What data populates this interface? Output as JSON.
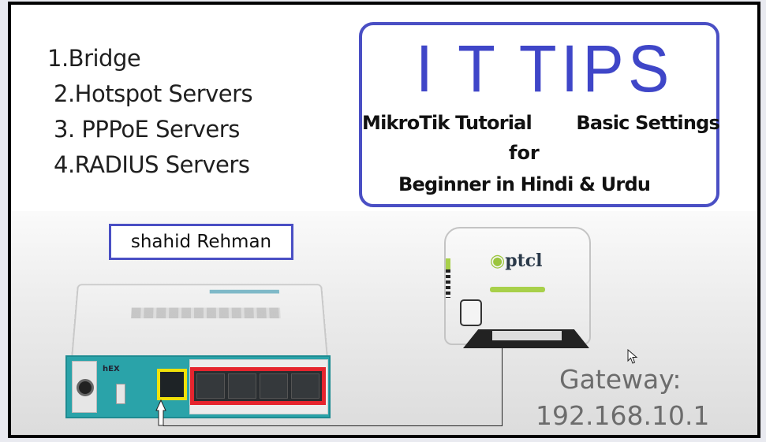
{
  "topics": [
    {
      "label": "1.Bridge"
    },
    {
      "label": "2.Hotspot Servers"
    },
    {
      "label": "3. PPPoE Servers"
    },
    {
      "label": "4.RADIUS Servers"
    }
  ],
  "title_card": {
    "brand": "I T TIPS",
    "subtitle_left": "MikroTik Tutorial",
    "subtitle_right": "Basic Settings",
    "subtitle_for": "for",
    "subtitle_audience": "Beginner in Hindi & Urdu",
    "accent_color": "#4a4fc4"
  },
  "author": {
    "name": "shahid Rehman"
  },
  "router": {
    "model_label": "hEX",
    "wan_highlight_color": "#f0e10a",
    "lan_highlight_color": "#e5252e",
    "lan_port_count": 4
  },
  "modem": {
    "brand": "ptcl",
    "logo_accent": "#9bc53d"
  },
  "gateway": {
    "label": "Gateway:",
    "ip": "192.168.10.1"
  }
}
